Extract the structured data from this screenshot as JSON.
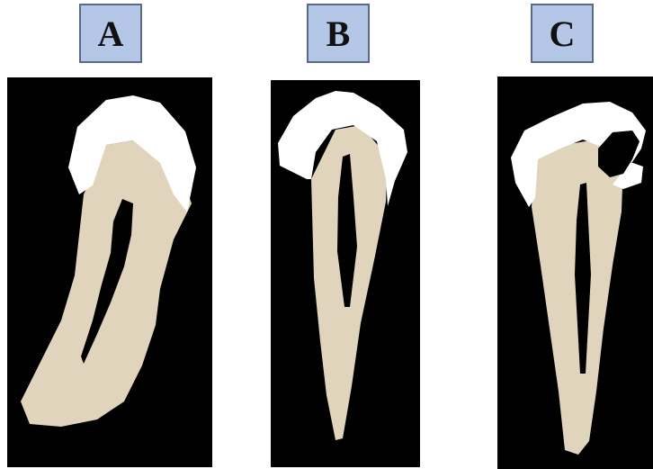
{
  "labels": {
    "a": "A",
    "b": "B",
    "c": "C"
  },
  "colors": {
    "background": "#000000",
    "dentin": "#e1d4bc",
    "enamel": "#ffffff",
    "pulp": "#000000",
    "label_fill": "#b4c7e7",
    "label_border": "#5a6a85"
  }
}
